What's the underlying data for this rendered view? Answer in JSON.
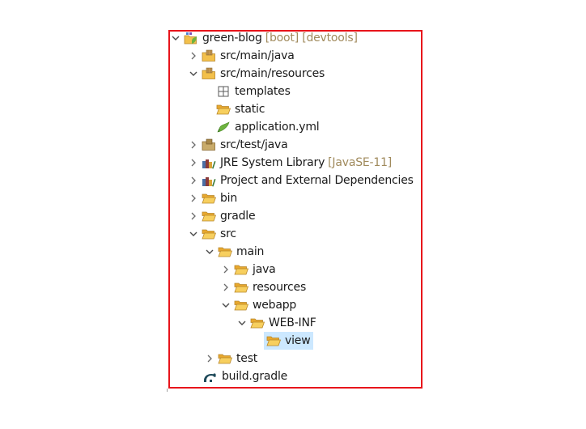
{
  "project_explorer": {
    "rows": [
      {
        "label": "green-blog",
        "decoration": "[boot] [devtools]",
        "icon": "spring-project-icon",
        "expanded": true
      },
      {
        "label": "src/main/java",
        "icon": "source-folder-icon",
        "expanded": false
      },
      {
        "label": "src/main/resources",
        "icon": "source-folder-icon",
        "expanded": true
      },
      {
        "label": "templates",
        "icon": "package-grid-icon"
      },
      {
        "label": "static",
        "icon": "folder-icon"
      },
      {
        "label": "application.yml",
        "icon": "spring-yml-icon"
      },
      {
        "label": "src/test/java",
        "icon": "source-folder-icon",
        "expanded": false
      },
      {
        "label": "JRE System Library",
        "decoration": "[JavaSE-11]",
        "icon": "library-icon",
        "expanded": false
      },
      {
        "label": "Project and External Dependencies",
        "icon": "library-icon",
        "expanded": false
      },
      {
        "label": "bin",
        "icon": "folder-icon",
        "expanded": false
      },
      {
        "label": "gradle",
        "icon": "folder-icon",
        "expanded": false
      },
      {
        "label": "src",
        "icon": "folder-icon",
        "expanded": true
      },
      {
        "label": "main",
        "icon": "folder-icon",
        "expanded": true
      },
      {
        "label": "java",
        "icon": "folder-icon",
        "expanded": false
      },
      {
        "label": "resources",
        "icon": "folder-icon",
        "expanded": false
      },
      {
        "label": "webapp",
        "icon": "folder-icon",
        "expanded": true
      },
      {
        "label": "WEB-INF",
        "icon": "folder-icon",
        "expanded": true
      },
      {
        "label": "view",
        "icon": "folder-icon",
        "selected": true
      },
      {
        "label": "test",
        "icon": "folder-icon",
        "expanded": false
      },
      {
        "label": "build.gradle",
        "icon": "gradle-file-icon"
      }
    ]
  },
  "colors": {
    "highlight_frame": "#e8141b",
    "selection": "#cce8ff",
    "decoration_text": "#a08a5c",
    "folder": "#f3c04b"
  }
}
